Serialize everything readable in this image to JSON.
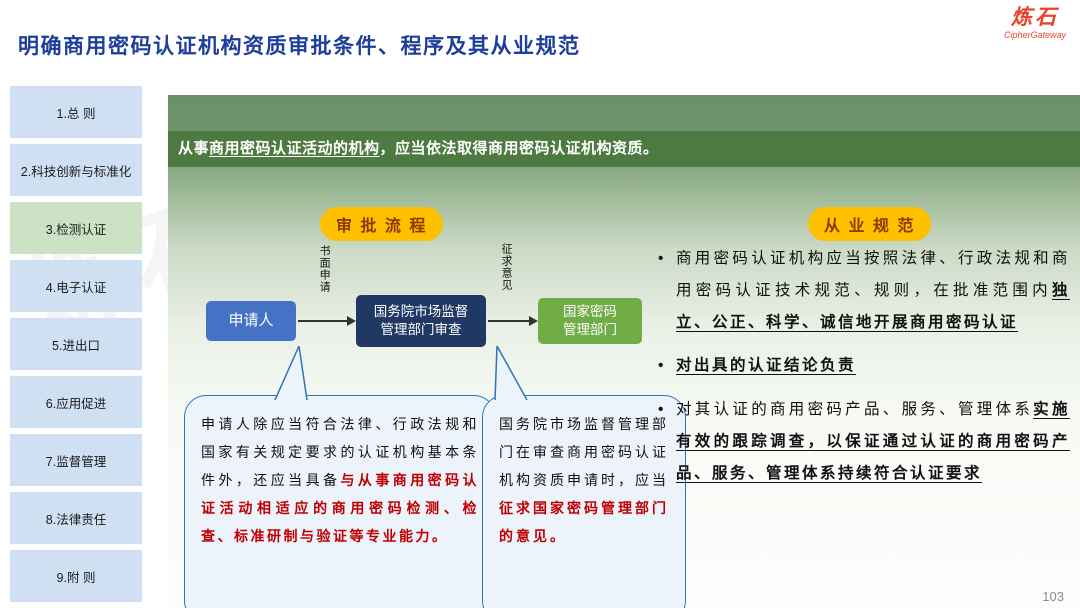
{
  "theme": {
    "title_blue": "#1d3e9b",
    "logo_red": "#e8432c",
    "sidebar_item_bg": "#cfe0f2",
    "sidebar_active_bg": "#cbe3c4",
    "banner_green": "#4c7a41",
    "badge_yellow": "#ffc000",
    "badge_text": "#8a3a00",
    "applicant_blue": "#4472c4",
    "review_navy": "#1f3864",
    "authority_green": "#70ad47",
    "bubble_border": "#2e75b6",
    "bubble_bg": "#ecf3fb",
    "red_text": "#c00000"
  },
  "page": {
    "title": "明确商用密码认证机构资质审批条件、程序及其从业规范",
    "page_number": "103",
    "logo": {
      "name": "炼石",
      "subtitle": "CipherGateway"
    },
    "watermark": "炼石"
  },
  "sidebar": {
    "items": [
      {
        "label": "1.总 则",
        "active": false
      },
      {
        "label": "2.科技创新与标准化",
        "active": false
      },
      {
        "label": "3.检测认证",
        "active": true
      },
      {
        "label": "4.电子认证",
        "active": false
      },
      {
        "label": "5.进出口",
        "active": false
      },
      {
        "label": "6.应用促进",
        "active": false
      },
      {
        "label": "7.监督管理",
        "active": false
      },
      {
        "label": "8.法律责任",
        "active": false
      },
      {
        "label": "9.附 则",
        "active": false
      }
    ]
  },
  "banner": {
    "pre": "从事",
    "underlined": "商用密码认证活动的机构",
    "post": "，应当依法取得商用密码认证机构资质。"
  },
  "flow": {
    "badge": "审 批 流 程",
    "nodes": {
      "applicant": "申请人",
      "review_line1": "国务院市场监督",
      "review_line2": "管理部门审查",
      "authority_line1": "国家密码",
      "authority_line2": "管理部门"
    },
    "arrow1_label": "书面申请",
    "arrow2_label": "征求意见",
    "callout_left": {
      "normal": "申请人除应当符合法律、行政法规和国家有关规定要求的认证机构基本条件外，还应当具备",
      "red": "与从事商用密码认证活动相适应的商用密码检测、检查、标准研制与验证等专业能力。"
    },
    "callout_right": {
      "normal": "国务院市场监督管理部门在审查商用密码认证机构资质申请时，应当",
      "red": "征求国家密码管理部门的意见。"
    }
  },
  "rules": {
    "badge": "从 业 规 范",
    "bullets": [
      {
        "normal": "商用密码认证机构应当按照法律、行政法规和商用密码认证技术规范、规则，在批准范围内",
        "emph": "独立、公正、科学、诚信地开展商用密码认证"
      },
      {
        "normal": "",
        "emph": "对出具的认证结论负责"
      },
      {
        "normal": "对其认证的商用密码产品、服务、管理体系",
        "emph": "实施有效的跟踪调查，以保证通过认证的商用密码产品、服务、管理体系持续符合认证要求"
      }
    ]
  }
}
